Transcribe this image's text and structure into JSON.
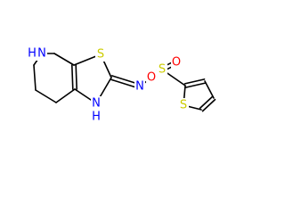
{
  "structure": {
    "atoms": [
      {
        "id": "n_ring",
        "symbol": "N",
        "label": "N",
        "hydrogen": "H",
        "hydrogen_side": "left",
        "color": "#0000ff"
      },
      {
        "id": "s_thz",
        "symbol": "S",
        "label": "S",
        "color": "#cccc00"
      },
      {
        "id": "n_exo",
        "symbol": "N",
        "label": "N",
        "color": "#0000ff"
      },
      {
        "id": "s_sulf",
        "symbol": "S",
        "label": "S",
        "color": "#cccc00"
      },
      {
        "id": "o_up",
        "symbol": "O",
        "label": "O",
        "color": "#ff0000"
      },
      {
        "id": "o_down",
        "symbol": "O",
        "label": "O",
        "color": "#ff0000"
      },
      {
        "id": "n_thz",
        "symbol": "N",
        "label": "N",
        "hydrogen": "H",
        "hydrogen_side": "below",
        "color": "#0000ff"
      },
      {
        "id": "s_thioph",
        "symbol": "S",
        "label": "S",
        "color": "#cccc00"
      }
    ]
  }
}
